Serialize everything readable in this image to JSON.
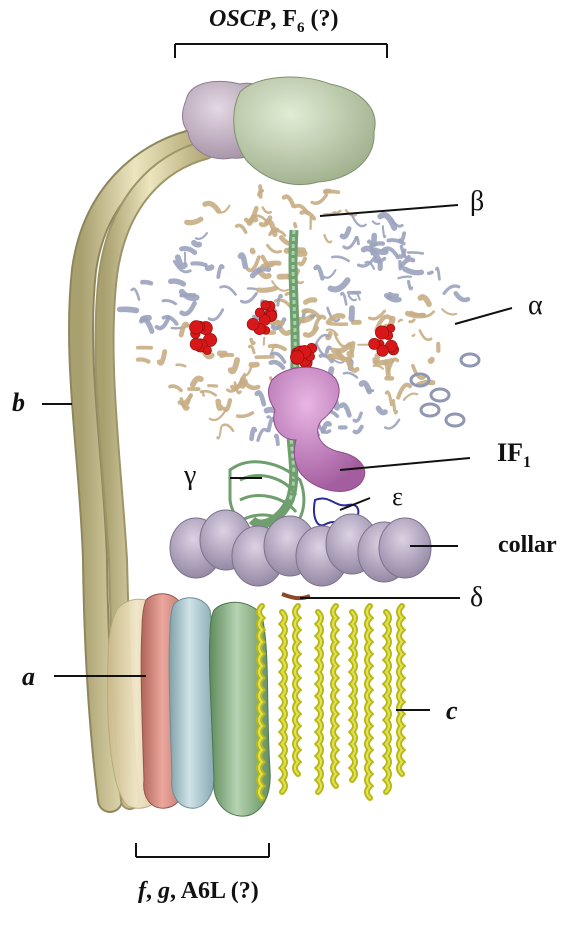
{
  "labels": {
    "oscp": "OSCP",
    "f6_prefix": "F",
    "f6_sub": "6",
    "f6_suffix": " (?)",
    "beta": "β",
    "alpha": "α",
    "b": "b",
    "if1_prefix": "IF",
    "if1_sub": "1",
    "gamma": "γ",
    "epsilon": "ε",
    "collar": "collar",
    "delta": "δ",
    "a": "a",
    "c": "c",
    "f": "f",
    "g": "g",
    "a6l": "A6L (?)"
  },
  "colors": {
    "stalk": "#d8d09a",
    "oscp": "#c8d4b8",
    "f6": "#c9b6c9",
    "beta_ribbon": "#c8ad84",
    "alpha_ribbon": "#9aa2bd",
    "nucleotide": "#d81818",
    "if1": "#c98cc6",
    "gamma": "#7bae7b",
    "epsilon": "#2a2a9a",
    "collar": "#b7aac2",
    "subunit_a": "#e2d3a8",
    "subunit_f": "#d88b80",
    "subunit_g": "#a8c8cf",
    "subunit_a6l": "#8fb28c",
    "c_ring": "#c8c81a"
  }
}
